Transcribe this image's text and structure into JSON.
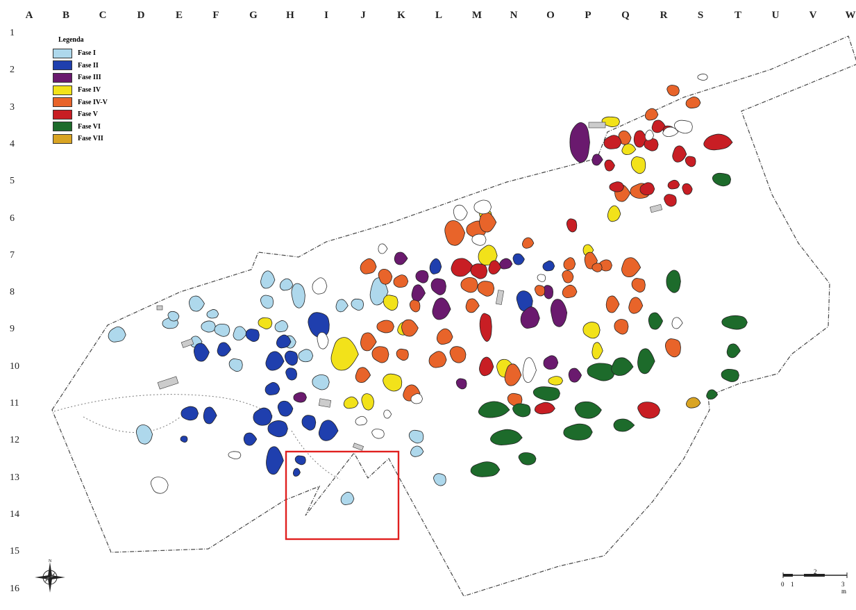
{
  "columns": [
    "A",
    "B",
    "C",
    "D",
    "E",
    "F",
    "G",
    "H",
    "I",
    "J",
    "K",
    "L",
    "M",
    "N",
    "O",
    "P",
    "Q",
    "R",
    "S",
    "T",
    "U",
    "V",
    "W"
  ],
  "rows": [
    "1",
    "2",
    "3",
    "4",
    "5",
    "6",
    "7",
    "8",
    "9",
    "10",
    "11",
    "12",
    "13",
    "14",
    "15",
    "16"
  ],
  "legend": {
    "title": "Legenda",
    "items": [
      {
        "label": "Fase I",
        "color": "#aed8ec"
      },
      {
        "label": "Fase II",
        "color": "#1f3fae"
      },
      {
        "label": "Fase III",
        "color": "#6a1a6e"
      },
      {
        "label": "Fase IV",
        "color": "#f2e21a"
      },
      {
        "label": "Fase IV-V",
        "color": "#e8642a"
      },
      {
        "label": "Fase V",
        "color": "#c81e24"
      },
      {
        "label": "Fase VI",
        "color": "#1d6b2b"
      },
      {
        "label": "Fase VII",
        "color": "#d9a423"
      }
    ]
  },
  "scale": {
    "labels": [
      "0",
      "1",
      "2",
      "3 m"
    ]
  },
  "compass_icon": "compass-rose-icon",
  "highlight_color": "#e0201f"
}
